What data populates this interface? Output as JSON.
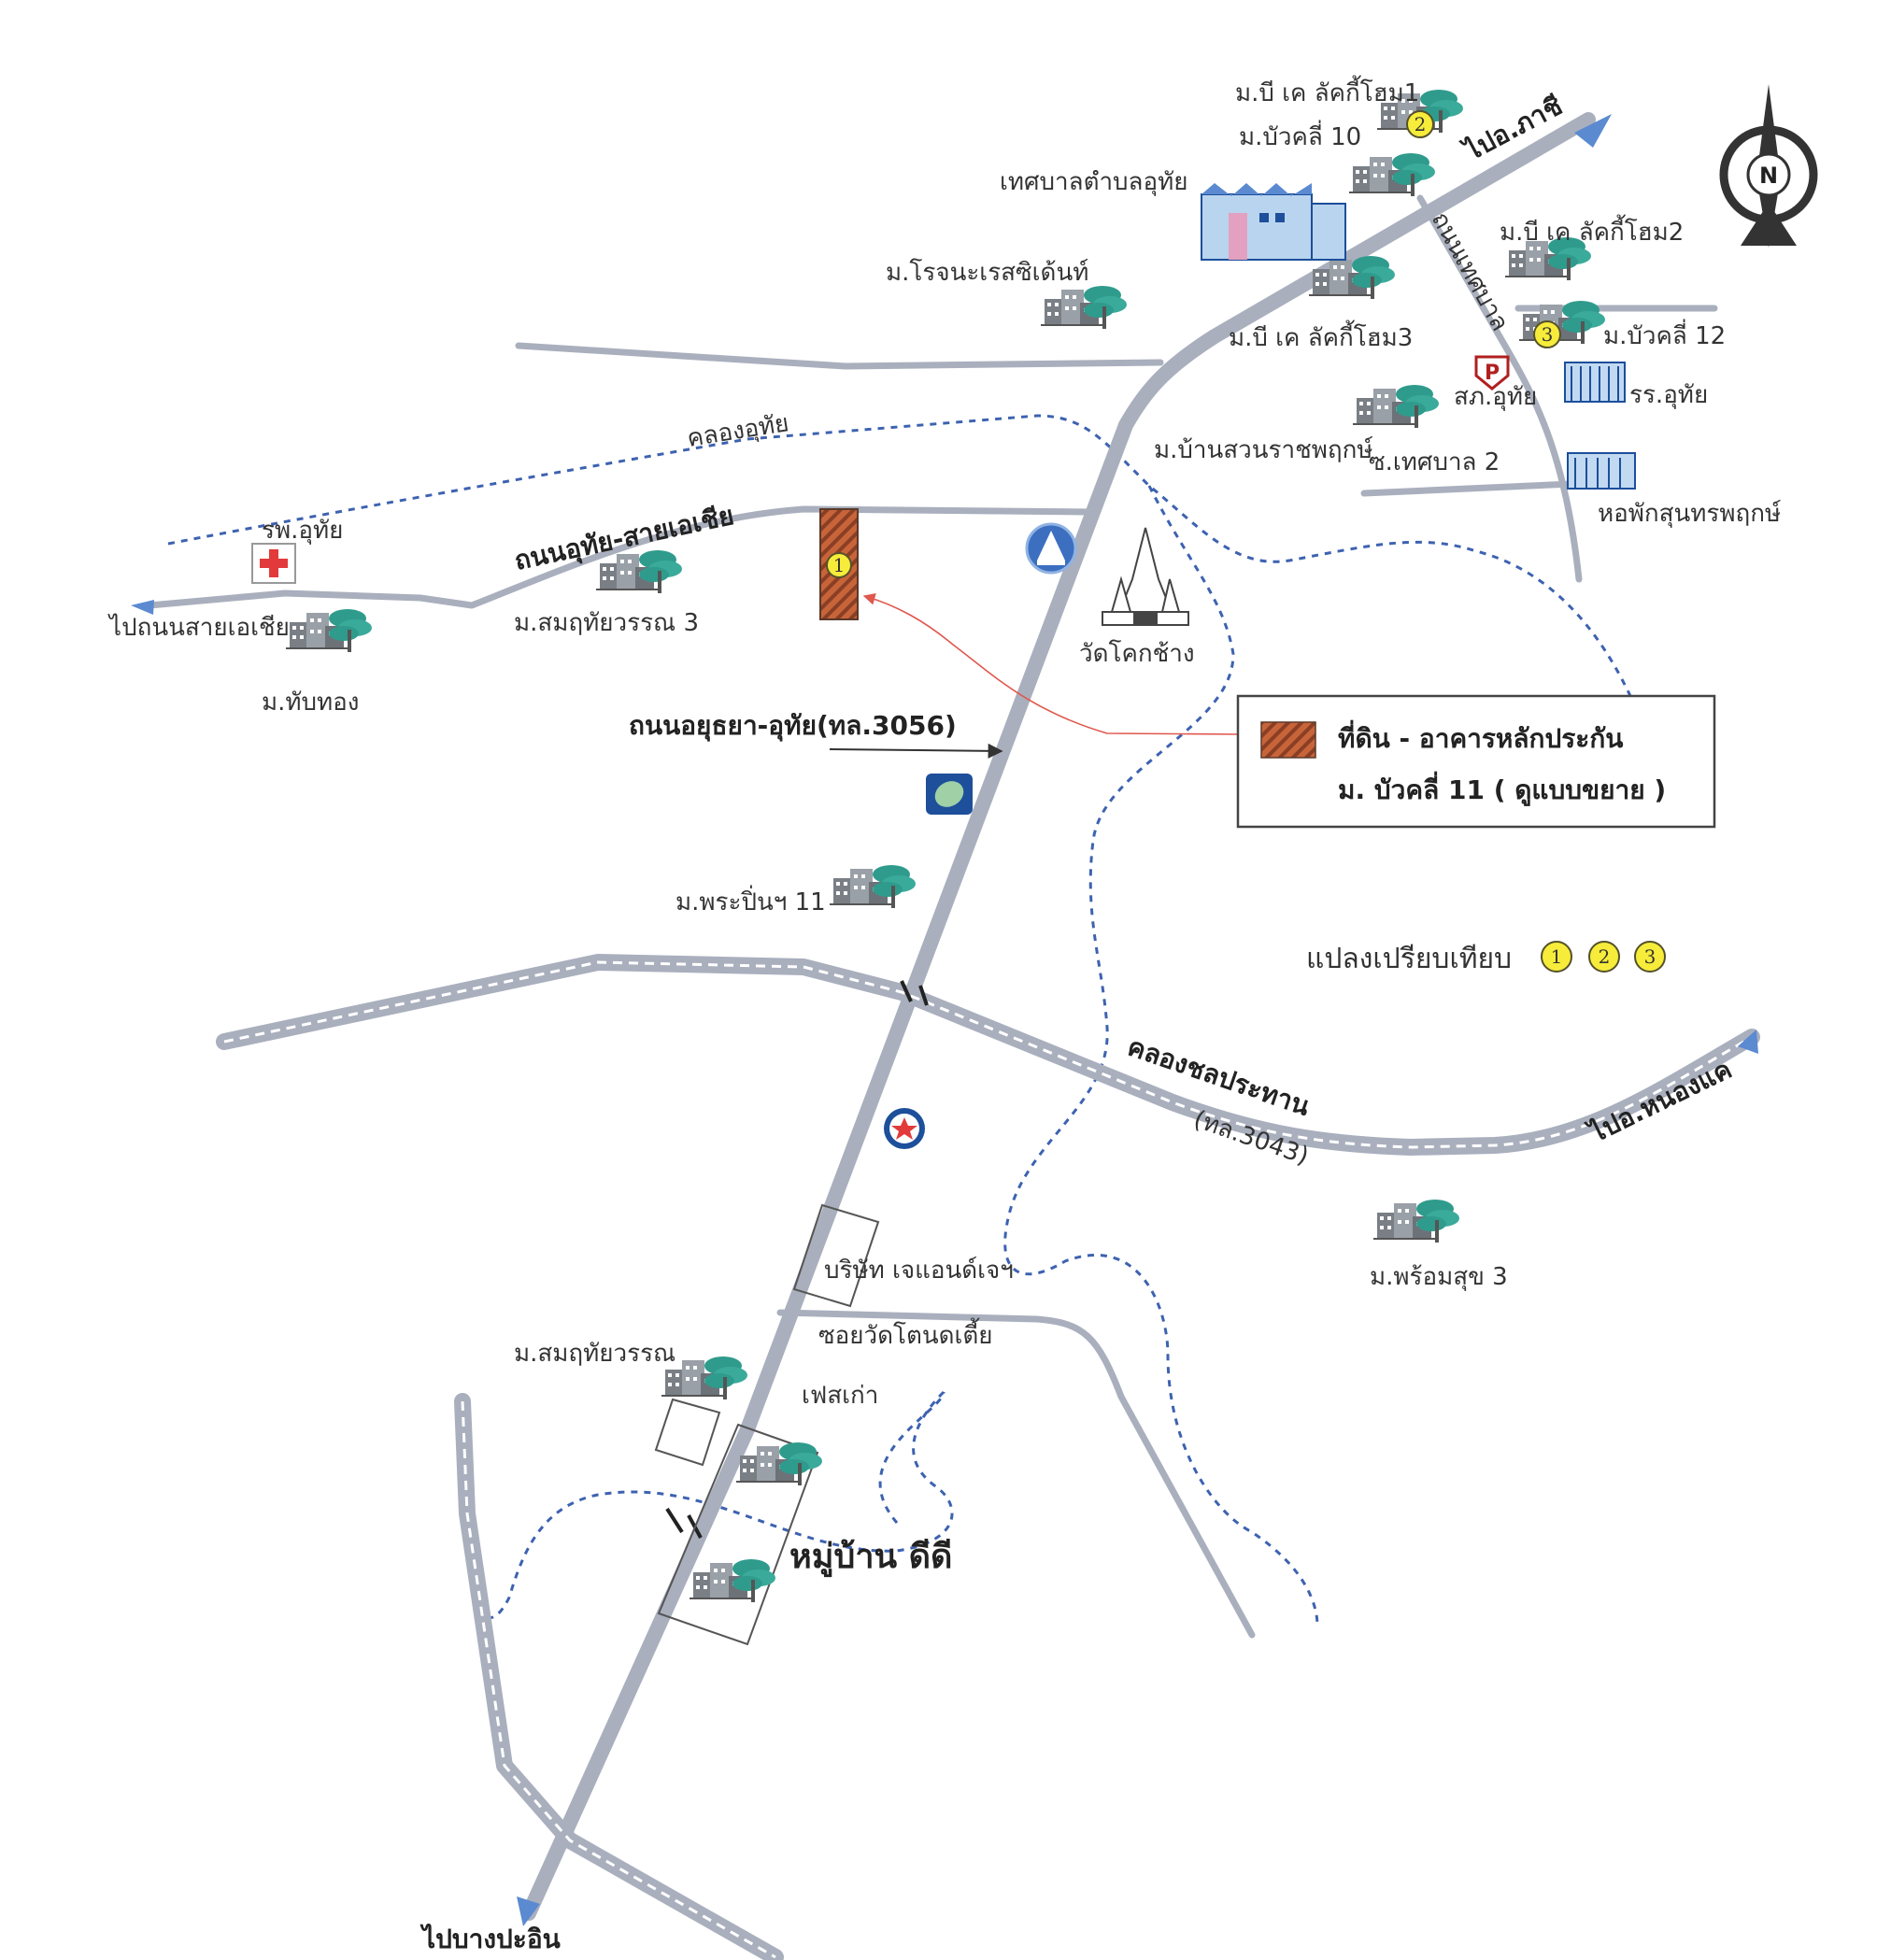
{
  "labels": {
    "bk1": "ม.บี เค ลัคกี้โฮม1",
    "bk2": "ม.บี เค ลัคกี้โฮม2",
    "bk3": "ม.บี เค ลัคกี้โฮม3",
    "buakhli10": "ม.บัวคลี่ 10",
    "buakhli12": "ม.บัวคลี่ 12",
    "to_phachi": "ไปอ.ภาชี",
    "municipality": "เทศบาลตำบลอุทัย",
    "rojana": "ม.โรจนะเรสซิเด้นท์",
    "thesaban_road": "ถนนเทศบาล",
    "police": "สภ.อุทัย",
    "school": "รร.อุทัย",
    "suan_rat": "ม.บ้านสวนราชพฤกษ์",
    "soi_thesaban2": "ซ.เทศบาล 2",
    "dormitory": "หอพักสุนทรพฤกษ์",
    "khlong_uthai": "คลองอุทัย",
    "hospital": "รพ.อุทัย",
    "uthai_asia_road": "ถนนอุทัย-สายเอเชีย",
    "to_asia": "ไปถนนสายเอเชีย",
    "thapthong": "ม.ทับทอง",
    "somruthai3": "ม.สมฤทัยวรรณ 3",
    "wat": "วัดโคกช้าง",
    "ayutthaya_road": "ถนนอยุธยา-อุทัย(ทล.3056)",
    "phrapin": "ม.พระปิ่นฯ 11",
    "khlong_chonlaprathan": "คลองชลประทาน",
    "highway3043": "(ทล.3043)",
    "to_nongkhae": "ไปอ.หนองแค",
    "promsuk3": "ม.พร้อมสุข 3",
    "jand_j": "บริษัท เจแอนด์เจฯ",
    "soi_wat": "ซอยวัดโตนดเตี้ย",
    "somruthai": "ม.สมฤทัยวรรณ",
    "phase_old": "เฟสเก่า",
    "village_dd": "หมู่บ้าน ดีดี",
    "to_bangpain": "ไปบางปะอิน",
    "comparison": "แปลงเปรียบเทียบ"
  },
  "legend": {
    "line1": "ที่ดิน - อาคารหลักประกัน",
    "line2": "ม. บัวคลี่ 11 ( ดูแบบขยาย )"
  },
  "markers": [
    "1",
    "2",
    "3"
  ],
  "compass": {
    "letter": "N"
  },
  "colors": {
    "road": "#a9afbd",
    "water": "#3d62b0",
    "marker": "#f7ec3a",
    "subject_hatch": "#c8643a",
    "pointer": "#e0574e",
    "tree": "#2f9b8c",
    "hospital_cross": "#e23a3a"
  },
  "icons": [
    "compass-icon",
    "hospital-icon",
    "police-icon",
    "school-icon",
    "municipality-icon",
    "temple-icon",
    "bank-icon",
    "bank-leaf-icon",
    "gas-station-icon",
    "village-icon"
  ]
}
